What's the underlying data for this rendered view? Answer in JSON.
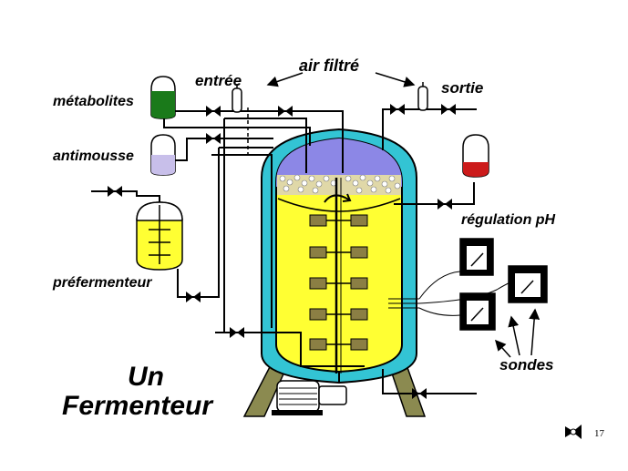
{
  "labels": {
    "air_filtre": "air  filtré",
    "entree": "entrée",
    "sortie": "sortie",
    "metabolites": "métabolites",
    "antimousse": "antimousse",
    "regulation_ph": "régulation  pH",
    "prefermenteur": "préfermenteur",
    "sondes": "sondes"
  },
  "title": {
    "line1": "Un",
    "line2": "Fermenteur"
  },
  "page_number": "17",
  "colors": {
    "jacket": "#33c4d4",
    "vessel": "#ffff33",
    "headspace": "#8c87e6",
    "foam": "#e0d8a8",
    "metabolites_liquid": "#1a7a1a",
    "antimousse_liquid": "#c8bfea",
    "ph_liquid": "#cc1b1b",
    "legs": "#8b8a50",
    "paddle": "#8b7f44"
  },
  "icons": [
    "valve-icon",
    "filter-icon",
    "gauge-icon",
    "motor-icon",
    "stirrer-icon",
    "logo-icon"
  ]
}
